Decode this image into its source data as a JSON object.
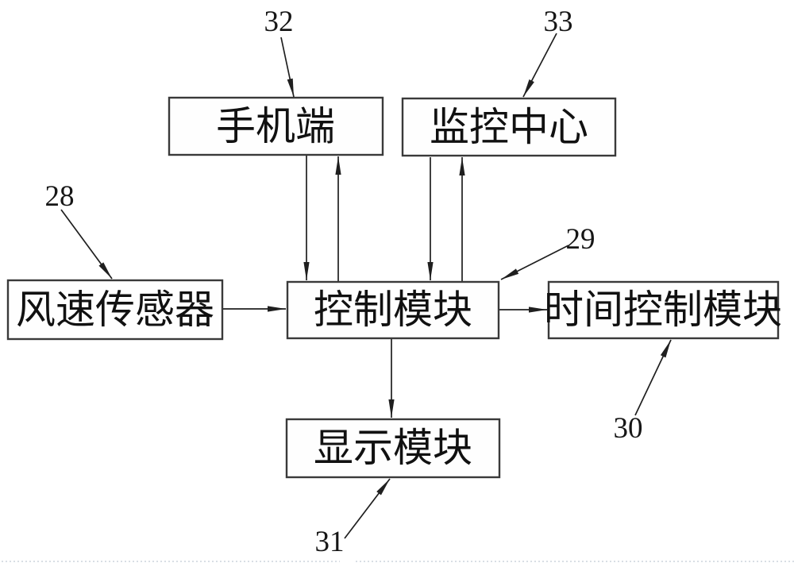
{
  "diagram": {
    "type": "block-diagram",
    "nodes": {
      "mobile": {
        "label": "手机端",
        "ref": "32"
      },
      "monitor": {
        "label": "监控中心",
        "ref": "33"
      },
      "wind_sensor": {
        "label": "风速传感器",
        "ref": "28"
      },
      "control": {
        "label": "控制模块",
        "ref": "29"
      },
      "time_control": {
        "label": "时间控制模块",
        "ref": "30"
      },
      "display": {
        "label": "显示模块",
        "ref": "31"
      }
    },
    "edges": [
      {
        "from": "wind_sensor",
        "to": "control",
        "style": "arrow"
      },
      {
        "from": "control",
        "to": "time_control",
        "style": "arrow"
      },
      {
        "from": "control",
        "to": "display",
        "style": "arrow"
      },
      {
        "from": "mobile",
        "to": "control",
        "style": "arrow"
      },
      {
        "from": "control",
        "to": "mobile",
        "style": "arrow"
      },
      {
        "from": "monitor",
        "to": "control",
        "style": "arrow"
      },
      {
        "from": "control",
        "to": "monitor",
        "style": "arrow"
      }
    ],
    "colors": {
      "line": "#1f1f1f",
      "box_border": "#3a3a3a",
      "box_fill": "#fefefe",
      "background": "#ffffff",
      "page_edge_dots": "#ccd4dc"
    }
  }
}
